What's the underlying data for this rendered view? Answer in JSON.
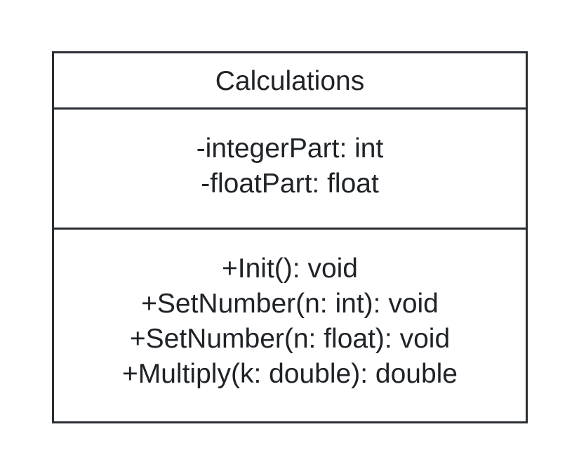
{
  "uml_class": {
    "name": "Calculations",
    "attributes": [
      "-integerPart: int",
      "-floatPart: float"
    ],
    "operations": [
      "+Init(): void",
      "+SetNumber(n: int): void",
      "+SetNumber(n: float): void",
      "+Multiply(k: double): double"
    ]
  },
  "colors": {
    "border": "#2b2f33",
    "text": "#1f2328",
    "background": "#ffffff"
  }
}
